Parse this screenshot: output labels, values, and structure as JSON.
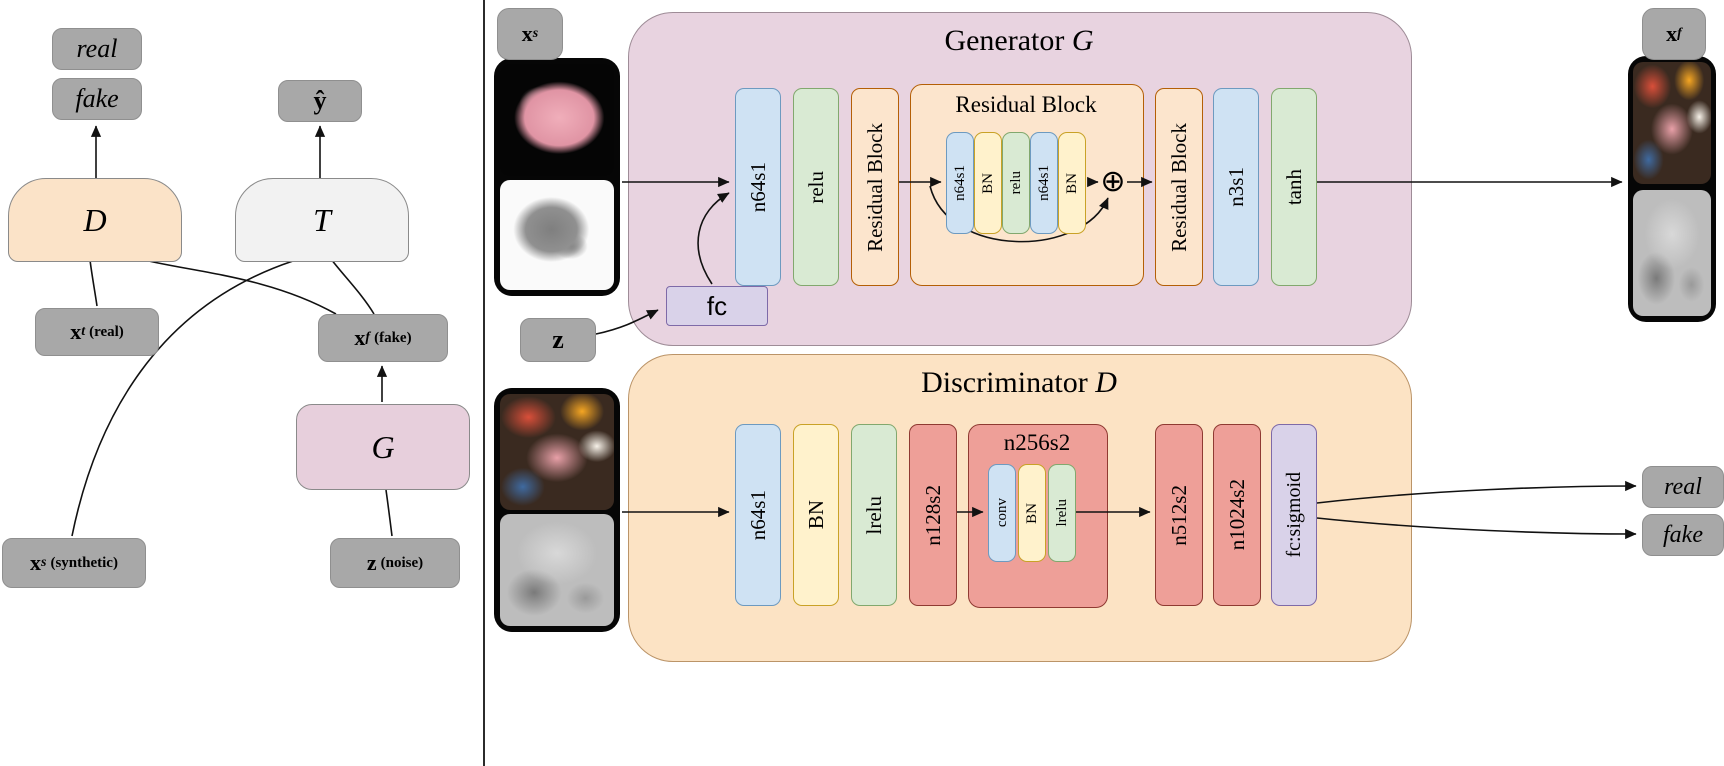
{
  "left_panel": {
    "real": "real",
    "fake": "fake",
    "yhat": "ŷ",
    "d": "D",
    "t": "T",
    "g": "G",
    "xt": {
      "base": "x",
      "sup": "t",
      "note": "(real)"
    },
    "xf": {
      "base": "x",
      "sup": "f",
      "note": "(fake)"
    },
    "xs": {
      "base": "x",
      "sup": "s",
      "note": "(synthetic)"
    },
    "z": {
      "base": "z",
      "note": "(noise)"
    }
  },
  "generator": {
    "title_text": "Generator ",
    "title_var": "G",
    "input_label": {
      "base": "x",
      "sup": "s"
    },
    "z": "z",
    "fc": "fc",
    "layers": {
      "conv1": "n64s1",
      "act1": "relu",
      "res1": "Residual Block",
      "res2": "Residual Block",
      "conv2": "n3s1",
      "act2": "tanh"
    },
    "residual_block": {
      "title": "Residual Block",
      "l1": "n64s1",
      "l2": "BN",
      "l3": "relu",
      "l4": "n64s1",
      "l5": "BN",
      "sum": "⊕"
    },
    "output_label": {
      "base": "x",
      "sup": "f"
    }
  },
  "discriminator": {
    "title_text": "Discriminator ",
    "title_var": "D",
    "layers": {
      "conv1": "n64s1",
      "bn1": "BN",
      "act1": "lrelu",
      "conv2": "n128s2",
      "conv3": "n512s2",
      "conv4": "n1024s2",
      "fc": "fc:sigmoid"
    },
    "inner_block": {
      "title": "n256s2",
      "l1": "conv",
      "l2": "BN",
      "l3": "lrelu"
    },
    "out_real": "real",
    "out_fake": "fake"
  },
  "colors": {
    "conv_blue": "#cfe2f3",
    "activation_green": "#d9ead3",
    "batchnorm_yellow": "#fff2cc",
    "residual_orange": "#fce5cd",
    "disc_red": "#ee9f98",
    "fc_lavender": "#d9d2e9",
    "generator_bg": "#e8d3e0",
    "discriminator_bg": "#fce3c4",
    "node_gray": "#a8a8a8",
    "d_block_fill": "#fbe3c8",
    "t_block_fill": "#f2f2f2",
    "g_block_fill": "#e7cfdc"
  }
}
